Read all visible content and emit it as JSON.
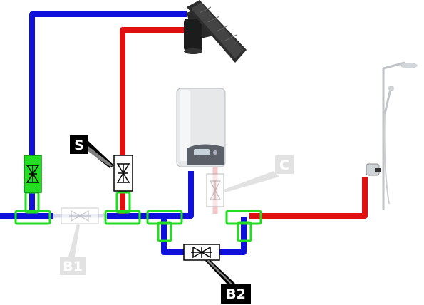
{
  "labels": {
    "s": "S",
    "c": "C",
    "b1": "B1",
    "b2": "B2"
  },
  "colors": {
    "cold_pipe": "#1010dd",
    "hot_pipe": "#e01010",
    "fitting_outline": "#22dd22",
    "active_valve_fill": "#22dd22",
    "label_black_bg": "#000000",
    "label_faded_bg": "#dddddd"
  },
  "icons": {
    "solar_collector": "solar-panel-icon",
    "boiler": "wall-boiler-icon",
    "shower": "shower-icon",
    "valve": "valve-icon"
  }
}
